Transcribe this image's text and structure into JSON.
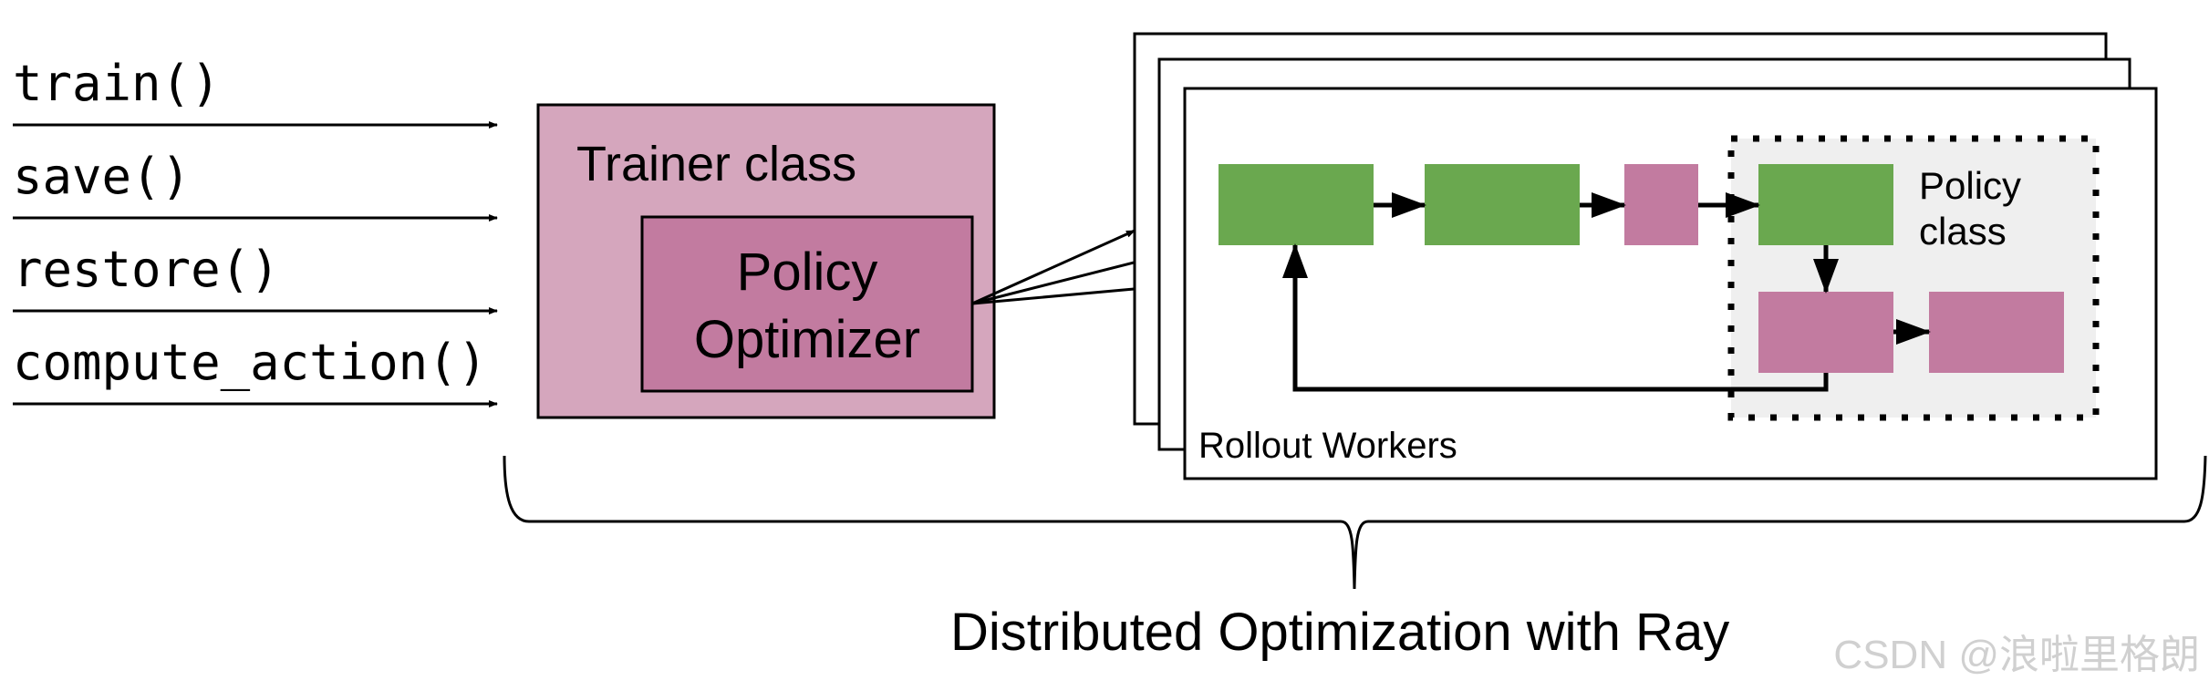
{
  "api": {
    "methods": [
      "train()",
      "save()",
      "restore()",
      "compute_action()"
    ]
  },
  "trainer": {
    "title": "Trainer class",
    "optimizer_line1": "Policy",
    "optimizer_line2": "Optimizer"
  },
  "workers": {
    "label": "Rollout Workers",
    "policy_line1": "Policy",
    "policy_line2": "class"
  },
  "caption": "Distributed Optimization with Ray",
  "watermark": "CSDN @浪啦里格朗",
  "colors": {
    "trainer_fill": "#d5a6bd",
    "optimizer_fill": "#c27ba0",
    "green_block": "#6aa84f",
    "pink_block": "#c27ba0",
    "policy_region": "#efefef",
    "stroke": "#000000",
    "watermark": "#d0d0d0"
  }
}
